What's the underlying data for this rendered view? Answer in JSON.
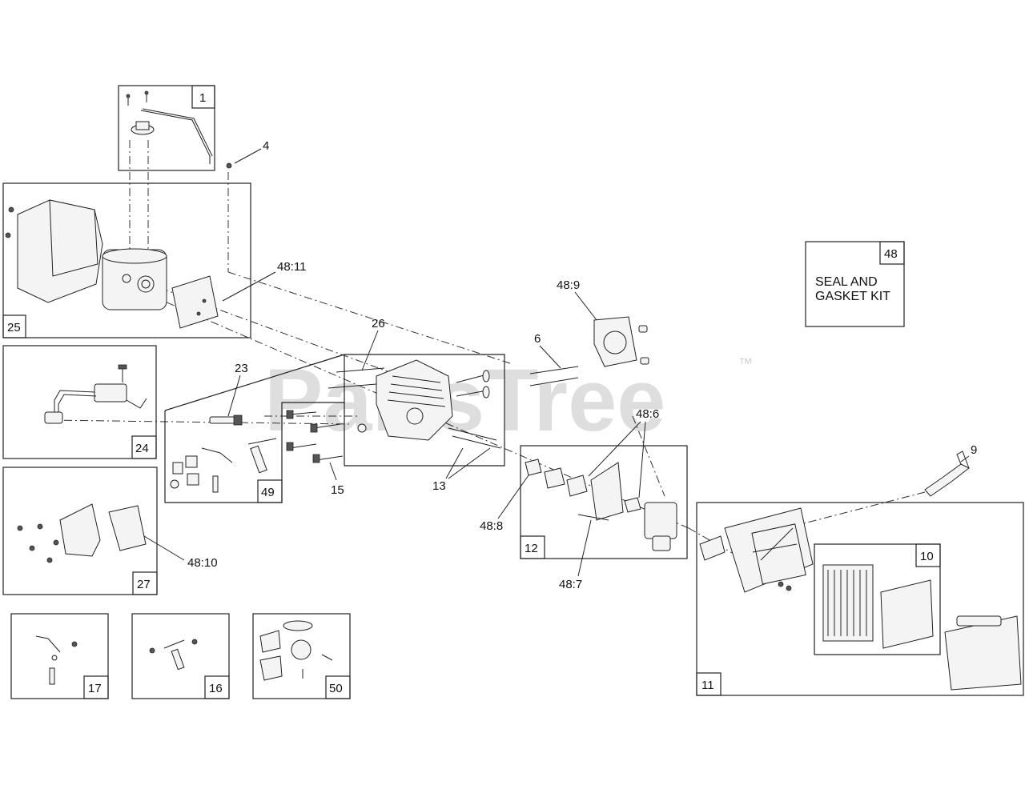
{
  "watermark": {
    "text": "PartsTree",
    "trademark": "™"
  },
  "kit_box": {
    "number": "48",
    "lines": [
      "SEAL AND",
      "GASKET KIT"
    ]
  },
  "box_numbers": {
    "b1": "1",
    "b25": "25",
    "b24": "24",
    "b27": "27",
    "b49": "49",
    "b12": "12",
    "b11": "11",
    "b10": "10",
    "b17": "17",
    "b16": "16",
    "b50": "50"
  },
  "callouts": {
    "c4": "4",
    "c48_11": "48:11",
    "c26": "26",
    "c23": "23",
    "c48_9": "48:9",
    "c6": "6",
    "c48_6": "48:6",
    "c9": "9",
    "c15": "15",
    "c13": "13",
    "c48_8": "48:8",
    "c48_7": "48:7",
    "c48_10": "48:10"
  }
}
